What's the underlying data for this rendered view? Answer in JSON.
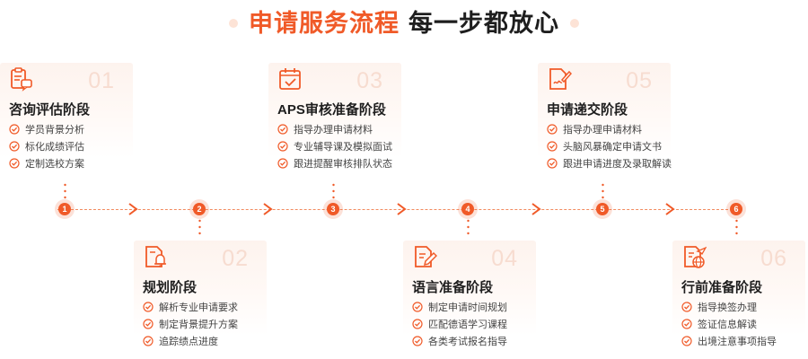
{
  "header": {
    "title_accent": "申请服务流程",
    "title_rest": "每一步都放心"
  },
  "stages": [
    {
      "number": "01",
      "step": "1",
      "title": "咨询评估阶段",
      "icon": "clipboard-chat-icon",
      "items": [
        "学员背景分析",
        "标化成绩评估",
        "定制选校方案"
      ]
    },
    {
      "number": "02",
      "step": "2",
      "title": "规划阶段",
      "icon": "document-bell-icon",
      "items": [
        "解析专业申请要求",
        "制定背景提升方案",
        "追踪绩点进度"
      ]
    },
    {
      "number": "03",
      "step": "3",
      "title": "APS审核准备阶段",
      "icon": "calendar-check-icon",
      "items": [
        "指导办理申请材料",
        "专业辅导课及模拟面试",
        "跟进提醒审核排队状态"
      ]
    },
    {
      "number": "04",
      "step": "4",
      "title": "语言准备阶段",
      "icon": "document-pen-icon",
      "items": [
        "制定申请时间规划",
        "匹配德语学习课程",
        "各类考试报名指导"
      ]
    },
    {
      "number": "05",
      "step": "5",
      "title": "申请递交阶段",
      "icon": "document-signature-icon",
      "items": [
        "指导办理申请材料",
        "头脑风暴确定申请文书",
        "跟进申请进度及录取解读"
      ]
    },
    {
      "number": "06",
      "step": "6",
      "title": "行前准备阶段",
      "icon": "document-plane-icon",
      "items": [
        "指导换签办理",
        "签证信息解读",
        "出境注意事项指导"
      ]
    }
  ],
  "colors": {
    "accent": "#f05a28",
    "light": "#fdf3ee",
    "number": "#f7dcd0"
  }
}
